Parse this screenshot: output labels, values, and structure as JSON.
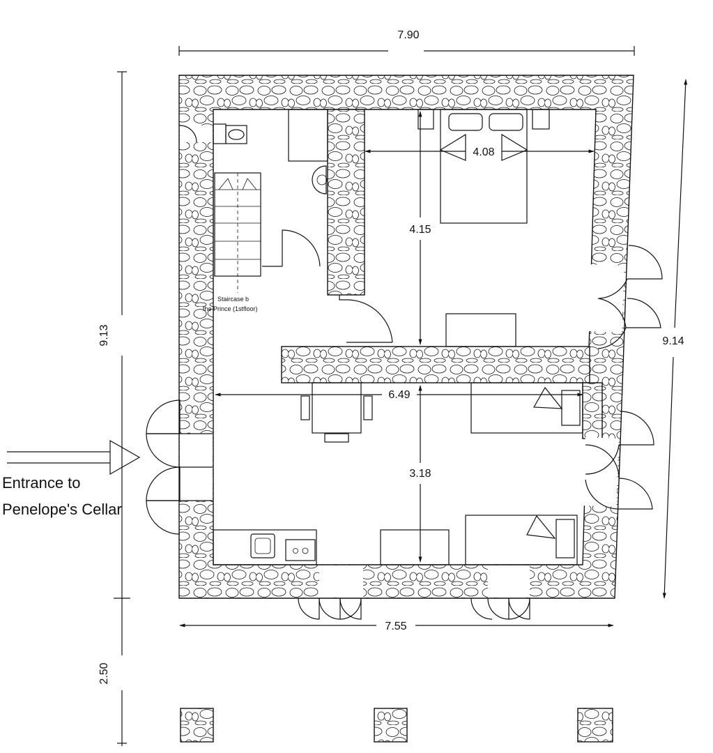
{
  "dimensions": {
    "top_width": "7.90",
    "bottom_width": "7.55",
    "left_height": "9.13",
    "right_height": "9.14",
    "bedroom_width": "4.08",
    "bedroom_depth": "4.15",
    "hall_width": "6.49",
    "living_depth": "3.18",
    "porch_depth": "2.50"
  },
  "labels": {
    "entrance_line1": "Entrance to",
    "entrance_line2": "Penelope's Cellar",
    "stair_line1": "Staircase b",
    "stair_line2": "the Prince (1stfloor)"
  },
  "style": {
    "line_color": "#111111",
    "background": "#ffffff"
  }
}
